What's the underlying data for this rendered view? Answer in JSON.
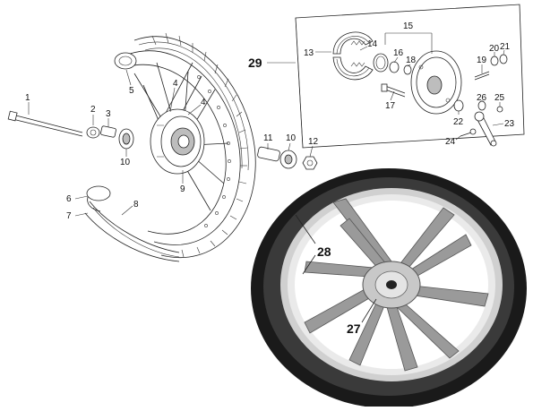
{
  "callouts": {
    "c1": "1",
    "c2": "2",
    "c3": "3",
    "c4a": "4",
    "c4b": "4",
    "c5": "5",
    "c6": "6",
    "c7": "7",
    "c8": "8",
    "c9": "9",
    "c10a": "10",
    "c10b": "10",
    "c11": "11",
    "c12": "12",
    "c13": "13",
    "c14": "14",
    "c15": "15",
    "c16": "16",
    "c17": "17",
    "c18": "18",
    "c19": "19",
    "c20": "20",
    "c21": "21",
    "c22": "22",
    "c23": "23",
    "c24": "24",
    "c25": "25",
    "c26": "26",
    "c27": "27",
    "c28": "28",
    "c29": "29"
  }
}
